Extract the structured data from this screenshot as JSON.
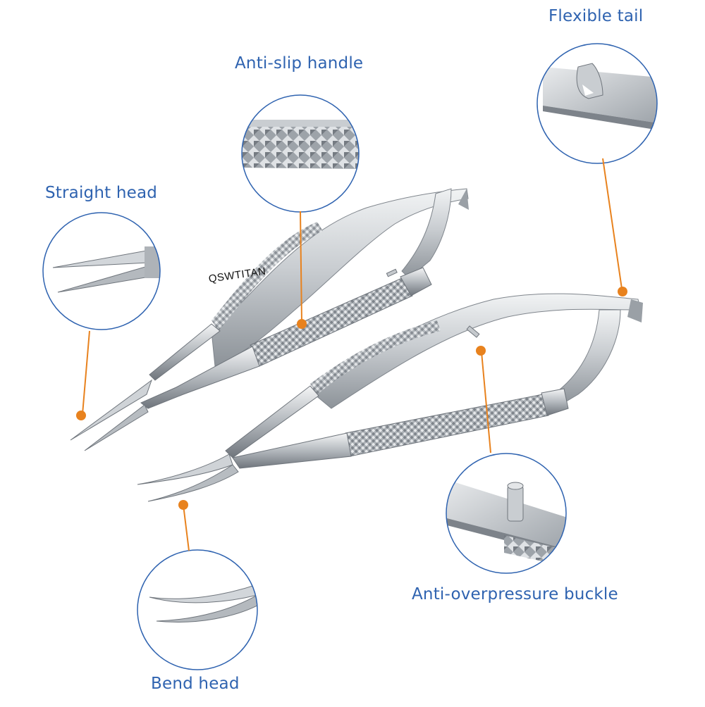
{
  "labels": {
    "flexible_tail": "Flexible tail",
    "anti_slip_handle": "Anti-slip handle",
    "straight_head": "Straight head",
    "anti_overpressure_buckle": "Anti-overpressure buckle",
    "bend_head": "Bend head"
  },
  "brand": "QSWTITAN",
  "colors": {
    "label_text": "#2f63b0",
    "callout_ring": "#2f63b0",
    "leader_line": "#e8821e",
    "leader_dot": "#e8821e",
    "steel_light": "#e6e8ea",
    "steel_mid": "#b9bdc2",
    "steel_dark": "#7f858c"
  }
}
